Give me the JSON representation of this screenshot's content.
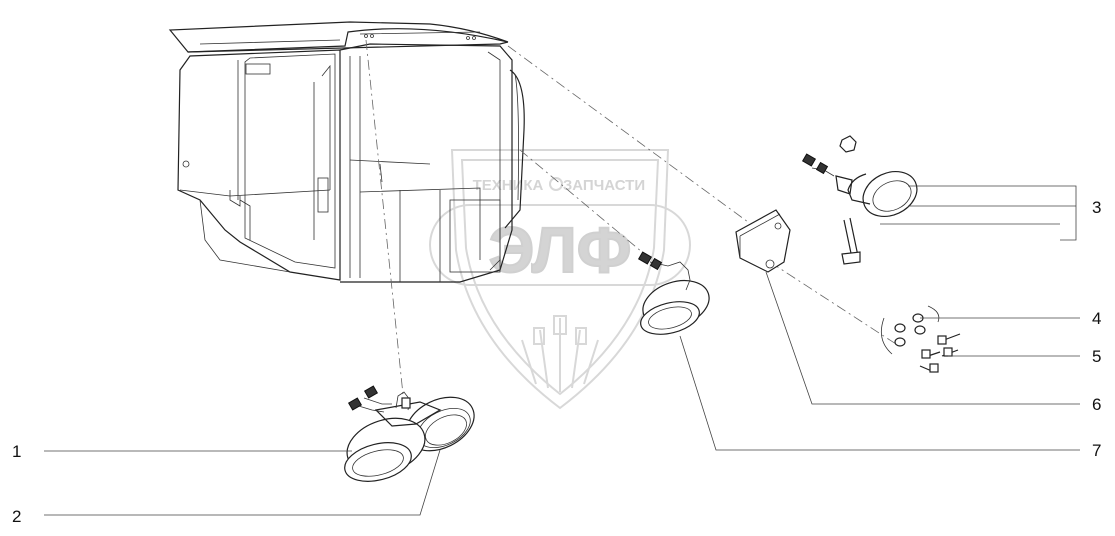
{
  "watermark": {
    "top_left": "ТЕХНИКА",
    "top_right": "ЗАПЧАСТИ",
    "big": "ЭЛФ"
  },
  "callouts": {
    "c1": "1",
    "c2": "2",
    "c3": "3",
    "c4": "4",
    "c5": "5",
    "c6": "6",
    "c7": "7"
  }
}
